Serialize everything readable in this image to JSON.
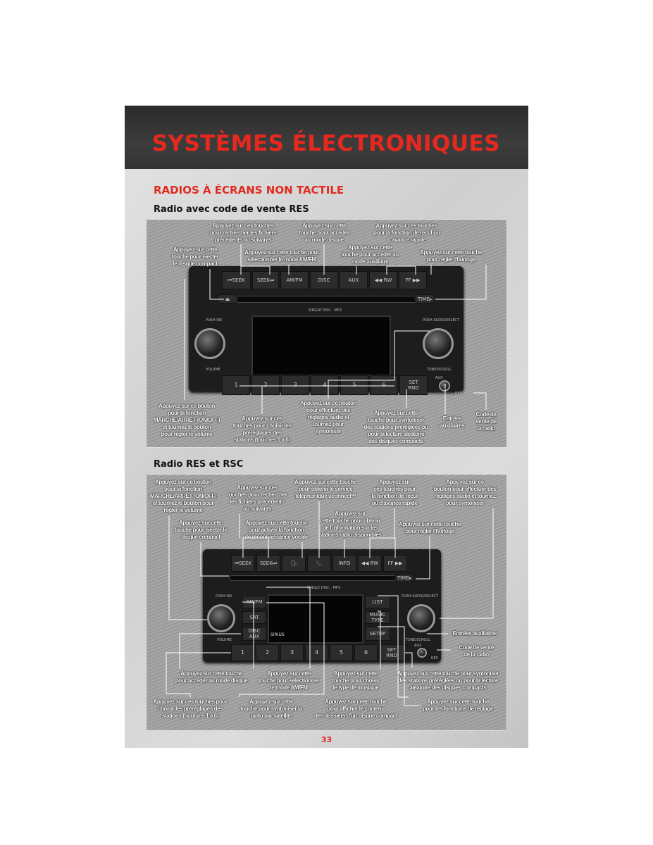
{
  "header": {
    "title": "SYSTÈMES ÉLECTRONIQUES"
  },
  "section": {
    "title": "RADIOS À ÉCRANS NON TACTILE"
  },
  "radio1": {
    "title": "Radio avec code de vente RES",
    "buttons": [
      "⏮SEEK",
      "SEEK⏭",
      "AM/FM",
      "DISC",
      "AUX",
      "◀◀ RW",
      "FF ▶▶"
    ],
    "eject": "⏏",
    "time": "TIME▸",
    "disc_label": "SINGLE DISC · MP3",
    "push_on": "PUSH ON",
    "volume": "VOLUME",
    "push_audio": "PUSH AUDIO/SELECT",
    "tune": "TUNE/SCROLL",
    "aux": "AUX",
    "res": "RES",
    "presets": [
      "1",
      "2",
      "3",
      "4",
      "5",
      "6"
    ],
    "setrnd": "SET\nRND",
    "labels": {
      "seek": "Appuyez sur ces touches\npour rechercher les fichiers\nprécédents ou suivants",
      "disc": "Appuyez sur cette\ntouche pour accéder\nau mode disque",
      "rwff": "Appuyez sur ces touches\npour la fonction de recul ou\nd'avance rapide",
      "eject": "Appuyez sur cette\ntouche pour éjecter\nle disque compact",
      "amfm": "Appuyez sur cette touche pour\nsélectionner le mode AM/FM",
      "aux": "Appuyez sur cette\ntouche pour accéder au\nmode auxiliaire",
      "time": "Appuyez sur cette touche\npour régler l'horloge",
      "volume": "Appuyez sur ce bouton\npour la fonction\nMARCHE/ARRÊT (ON/OFF)\net tournez le bouton\npour régler le volume",
      "presets": "Appuyez sur ces\ntouches pour choisir les\npréréglages des\nstations (touches 1 à 6)",
      "tune": "Appuyez sur ce bouton\npour effectuer des\nréglages audio et\ntournez pour\nsyntoniser",
      "setrnd": "Appuyez sur cette\ntouche pour syntoniser\ndes stations préréglées ou\npour la lecture aléatoire\ndes disques compacts",
      "auxin": "Entrées\nauxiliaires",
      "res": "Code de\nvente de\nla radio"
    }
  },
  "radio2": {
    "title": "Radio RES et RSC",
    "buttons": [
      "⏮SEEK",
      "SEEK⏭",
      "🗣",
      "📞",
      "INFO",
      "◀◀ RW",
      "FF ▶▶"
    ],
    "time": "TIME▸",
    "disc_label": "SINGLE DISC · MP3",
    "push_on": "PUSH ON",
    "volume": "VOLUME",
    "push_audio": "PUSH AUDIO/SELECT",
    "tune": "TUNE/SCROLL",
    "aux": "AUX",
    "res": "RES",
    "left_btns": [
      "AM/FM",
      "SAT",
      "DISC\nAUX"
    ],
    "right_btns": [
      "LIST",
      "MUSIC\nTYPE",
      "SETUP"
    ],
    "sirius": "SIRIUS",
    "presets": [
      "1",
      "2",
      "3",
      "4",
      "5",
      "6"
    ],
    "setrnd": "SET\nRND",
    "labels": {
      "volume": "Appuyez sur ce bouton\npour la fonction\nMARCHE/ARRÊT (ON/OFF)\net tournez le bouton pour\nrégler le volume",
      "seek": "Appuyez sur ces\ntouches pour rechercher\nles fichiers précédents\nou suivants",
      "phone": "Appuyez sur cette touche\npour obtenir le service\ntéléphonique uconnectˢᴹ",
      "rwff": "Appuyez sur\nces touches pour\nla fonction de recul\nou d'avance rapide",
      "tune": "Appuyez sur ce\nbouton pour effectuer des\nréglages audio et tournez\npour syntoniser",
      "eject": "Appuyez sur cette\ntouche pour éjecter le\ndisque compact",
      "voice": "Appuyez sur cette touche\npour activer la fonction\nde reconnaissance vocale",
      "info": "Appuyez sur\ncette touche pour obtenir\nde l'information sur les\nstations radio disponibles",
      "time": "Appuyez sur cette touche\npour régler l'horloge",
      "auxin": "Entrées auxiliaires",
      "res": "Code de vente\nde la radio",
      "discaux": "Appuyez sur cette touche\npour accéder au mode disque",
      "amfm": "Appuyez sur cette\ntouche pour sélectionner\nle mode AM/FM",
      "music": "Appuyez sur cette\ntouche pour choisir\nle type de musique",
      "setrnd": "Appuyez sur cette touche pour syntoniser\ndes stations préréglées ou pour la lecture\naléatoire des disques compacts",
      "presets": "Appuyez sur ces touches pour\nchoisir les préréglages des\nstations (boutons 1 à 6)",
      "sat": "Appuyez sur cette\ntouche pour syntoniser la\nradio par satellite",
      "list": "Appuyez sur cette touche\npour afficher le contenu\ndes dossiers d'un disque compact",
      "setup": "Appuyez sur cette touche\npour les fonctions de réglage"
    }
  },
  "page_number": "33"
}
